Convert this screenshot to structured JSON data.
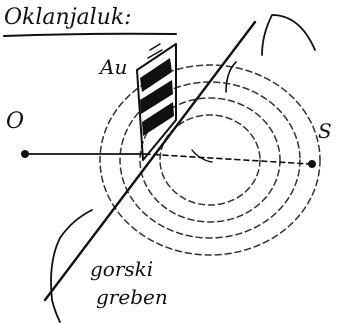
{
  "title": "Oklanjaluk:",
  "labels": {
    "mineral": "Au",
    "west": "O",
    "east": "S",
    "ridge_line1": "gorski",
    "ridge_line2": "greben"
  },
  "colors": {
    "ink": "#111111",
    "background": "#ffffff"
  }
}
